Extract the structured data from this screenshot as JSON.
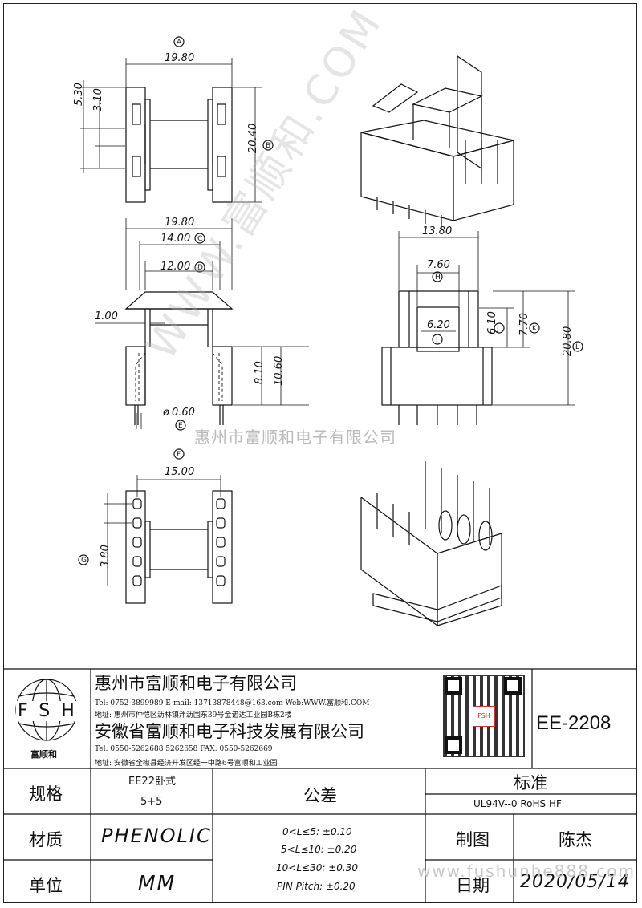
{
  "dimensions": {
    "a": "19.80",
    "a_marker": "A",
    "b": "20.40",
    "b_marker": "B",
    "h_530": "5.30",
    "h_310": "3.10",
    "a2": "19.80",
    "c": "14.00",
    "c_marker": "C",
    "d": "12.00",
    "d_marker": "D",
    "t100": "1.00",
    "h810": "8.10",
    "h1060": "10.60",
    "e": "0.60",
    "e_prefix": "ø",
    "e_marker": "E",
    "f": "15.00",
    "f_marker": "F",
    "g": "3.80",
    "g_marker": "G",
    "w1380": "13.80",
    "h": "7.60",
    "h_marker": "H",
    "i": "6.20",
    "i_marker": "I",
    "j": "6.10",
    "j_marker": "J",
    "k": "7.70",
    "k_marker": "K",
    "l": "20.80",
    "l_marker": "L"
  },
  "watermark": {
    "center_text": "惠州市富顺和电子有限公司",
    "diagonal": "WWW.富顺和.COM",
    "website": "www.fushunhe888.com"
  },
  "title_block": {
    "logo_letters": "FSH",
    "logo_caption": "富顺和",
    "company1": "惠州市富顺和电子有限公司",
    "company1_tel": "Tel: 0752-3899989 E-mail: 13713878448@163.com Web:WWW.富顺和.COM",
    "company1_addr": "地址: 惠州市仲恺区沥林镇泮沥围东39号金诺达工业园B栋2楼",
    "company2": "安徽省富顺和电子科技发展有限公司",
    "company2_tel": "Tel: 0550-5262688 5262658 FAX: 0550-5262669",
    "company2_addr": "地址: 安徽省全椒县经济开发区经一中路6号富顺和工业园",
    "qr_label": "FSH",
    "part_number": "EE-2208",
    "spec_label": "规格",
    "spec_value_1": "EE22卧式",
    "spec_value_2": "5+5",
    "material_label": "材质",
    "material_value": "PHENOLIC",
    "unit_label": "单位",
    "unit_value": "MM",
    "tolerance_label": "公差",
    "tol_1": "0<L≤5: ±0.10",
    "tol_2": "5<L≤10: ±0.20",
    "tol_3": "10<L≤30: ±0.30",
    "tol_4": "PIN Pitch: ±0.20",
    "standard_label": "标准",
    "standard_value": "UL94V--0 RoHS HF",
    "drawn_label": "制图",
    "drawn_value": "陈杰",
    "date_label": "日期",
    "date_value": "2020/05/14"
  }
}
